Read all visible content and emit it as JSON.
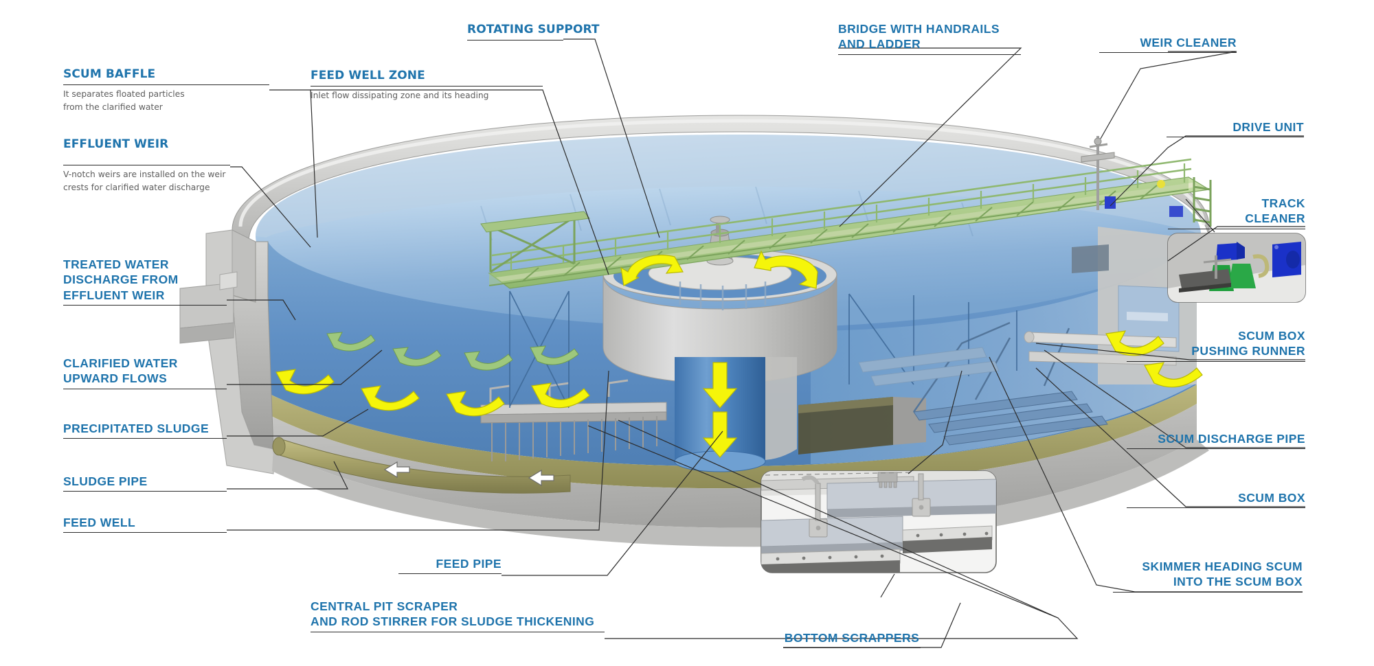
{
  "diagram": {
    "subject": "Circular primary/secondary clarifier — cutaway technical diagram",
    "palette": {
      "label_blue": "#1f74ac",
      "desc_gray": "#5d5d5d",
      "leader_line": "#2b2b2b",
      "concrete_light": "#d8d8d6",
      "concrete_mid": "#c3c3c1",
      "concrete_dark": "#a9a9a7",
      "water_surface_top": "#cfe0f0",
      "water_surface_mid": "#8fb5d9",
      "water_body": "#5f8fc4",
      "water_body_dark": "#4a7ab0",
      "sludge_olive": "#a8a36a",
      "sludge_olive_dark": "#8d8a55",
      "bridge_green": "#b3cf8e",
      "bridge_green_dark": "#7fa861",
      "arrow_yellow": "#f5f50a",
      "arrow_green": "#9ec87d",
      "steel_blue": "#7fa0c4",
      "drive_blue": "#1a31c8",
      "motor_green": "#1f9e3c"
    }
  },
  "callouts": {
    "scum_baffle": {
      "title": "SCUM BAFFLE",
      "desc_line1": "It separates floated particles",
      "desc_line2": "from the clarified water"
    },
    "effluent_weir": {
      "title": "EFFLUENT WEIR",
      "desc_line1": "V-notch weirs are installed on the weir",
      "desc_line2": "crests for clarified water discharge"
    },
    "treated_water_discharge": {
      "line1": "TREATED WATER",
      "line2": "DISCHARGE FROM",
      "line3": "EFFLUENT WEIR"
    },
    "clarified_water_upward": {
      "line1": "CLARIFIED WATER",
      "line2": "UPWARD FLOWS"
    },
    "precipitated_sludge": {
      "title": "PRECIPITATED SLUDGE"
    },
    "sludge_pipe": {
      "title": "SLUDGE PIPE"
    },
    "feed_well": {
      "title": "FEED WELL"
    },
    "rotating_support": {
      "title": "ROTATING SUPPORT"
    },
    "feed_well_zone": {
      "title": "FEED WELL ZONE",
      "desc_line1": "Inlet flow dissipating zone and its heading"
    },
    "bridge_handrails": {
      "line1": "BRIDGE WITH HANDRAILS",
      "line2": "AND LADDER"
    },
    "weir_cleaner": {
      "title": "WEIR CLEANER"
    },
    "drive_unit": {
      "title": "DRIVE UNIT"
    },
    "track_cleaner": {
      "line1": "TRACK",
      "line2": "CLEANER"
    },
    "scum_box_pushing_runner": {
      "line1": "SCUM BOX",
      "line2": "PUSHING RUNNER"
    },
    "scum_discharge_pipe": {
      "title": "SCUM DISCHARGE PIPE"
    },
    "scum_box": {
      "title": "SCUM BOX"
    },
    "skimmer_heading_scum": {
      "line1": "SKIMMER HEADING SCUM",
      "line2": "INTO THE SCUM BOX"
    },
    "feed_pipe": {
      "title": "FEED PIPE"
    },
    "central_pit_scraper": {
      "line1": "CENTRAL PIT SCRAPER",
      "line2": "AND ROD STIRRER FOR SLUDGE THICKENING"
    },
    "bottom_scrappers": {
      "title": "BOTTOM SCRAPPERS"
    }
  },
  "insets": {
    "track_cleaner_detail": {
      "name": "track-cleaner-detail-panel"
    },
    "bottom_scrapper_detail": {
      "name": "bottom-scrapper-detail-panel"
    }
  }
}
